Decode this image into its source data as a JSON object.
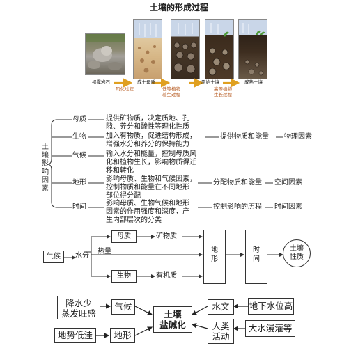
{
  "title": "土壤的形成过程",
  "top_flow": {
    "stages": [
      "裸露岩石",
      "成土母质",
      "原始土壤",
      "成熟土壤"
    ],
    "processes": [
      "风化过程",
      "低等植物\n着生过程",
      "高等植物\n生长过程"
    ]
  },
  "factors": {
    "root_label": "土\n壤\n影\n响\n因\n素",
    "rows": [
      {
        "name": "母质",
        "desc": "提供矿物质，决定质地、孔\n隙、养分和酸性等理化性质",
        "mid": "",
        "right": ""
      },
      {
        "name": "生物",
        "desc": "加入有物质，促进结构形成，\n增强水分和养分的保持能力",
        "mid": "提供物质和能量",
        "right": "物理因素"
      },
      {
        "name": "气候",
        "desc": "输入水分和能量，控制母质风\n化和植物生长，影响物质得迁\n移和转化",
        "mid": "",
        "right": ""
      },
      {
        "name": "地形",
        "desc": "影响母质、生物和气候因素，\n控制物质和能量在不同地形\n部位得分配",
        "mid": "分配物质和能量",
        "right": "空间因素"
      },
      {
        "name": "时间",
        "desc": "影响母质、生物气候和地形\n因素的作用强度和深度，产\n生内部层次的分类",
        "mid": "控制影响的历程",
        "right": "时间因素"
      }
    ]
  },
  "flow": {
    "qihou": "气候",
    "shuifen": "水分",
    "reliang": "热量",
    "muzhi": "母质",
    "kuangwuzhi": "矿物质",
    "shengwu": "生物",
    "youjizhi": "有机质",
    "dixing": "地\n形",
    "shijian": "时\n间",
    "turang": "土壤\n性质"
  },
  "salinization": {
    "left_top": "降水少\n蒸发旺盛",
    "left_top_factor": "气候",
    "left_bottom": "地势低洼",
    "left_bottom_factor": "地形",
    "center": "土壤\n盐碱化",
    "right_top_factor": "水文",
    "right_top": "地下水位高",
    "right_bottom_factor": "人类\n活动",
    "right_bottom": "大水漫灌等"
  }
}
